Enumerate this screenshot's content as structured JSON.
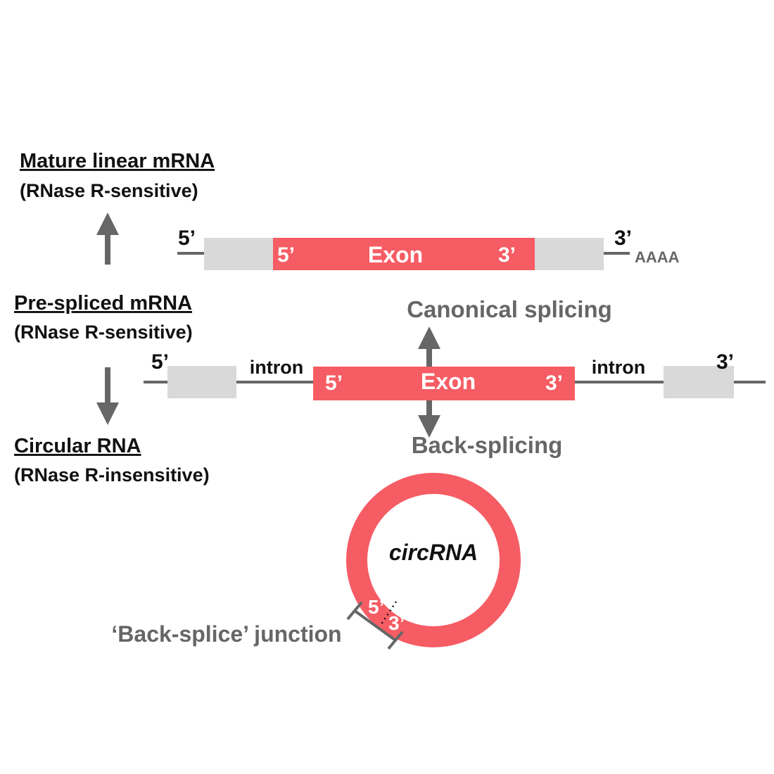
{
  "colors": {
    "exon": "#f65c64",
    "flank": "#d9d9d9",
    "line": "#666666",
    "text_dark": "#111111",
    "text_gray": "#666666"
  },
  "left_labels": {
    "mature_title": "Mature linear mRNA",
    "mature_sub": "(RNase R-sensitive)",
    "pre_title": "Pre-spliced mRNA",
    "pre_sub": "(RNase R-sensitive)",
    "circ_title": "Circular RNA",
    "circ_sub": "(RNase R-insensitive)"
  },
  "mature": {
    "five": "5’",
    "three": "3’",
    "polyA": "AAAA",
    "exon_five": "5’",
    "exon_label": "Exon",
    "exon_three": "3’"
  },
  "pre": {
    "five": "5’",
    "three": "3’",
    "intron_left": "intron",
    "intron_right": "intron",
    "exon_five": "5’",
    "exon_label": "Exon",
    "exon_three": "3’"
  },
  "pathways": {
    "canonical": "Canonical splicing",
    "back": "Back-splicing"
  },
  "circ": {
    "label": "circRNA",
    "five": "5’",
    "three": "3’",
    "junction": "‘Back-splice’ junction"
  }
}
